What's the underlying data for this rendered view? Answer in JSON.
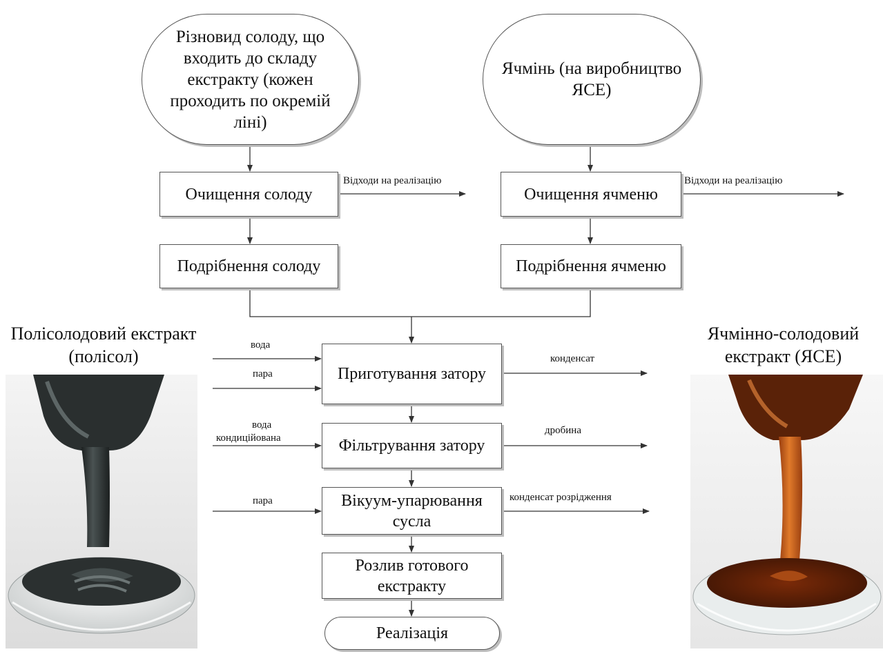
{
  "diagram": {
    "inputs": {
      "malt_variety": "Різновид солоду, що входить до складу екстракту (кожен проходить по окремій ліні)",
      "barley": "Ячмінь (на виробництво ЯСЕ)"
    },
    "steps": {
      "malt_cleaning": "Очищення солоду",
      "malt_grinding": "Подрібнення солоду",
      "barley_cleaning": "Очищення ячменю",
      "barley_grinding": "Подрібнення ячменю",
      "mash_preparation": "Приготування затору",
      "mash_filtering": "Фільтрування затору",
      "vacuum_evaporation": "Вікуум-упарювання сусла",
      "bottling": "Розлив готового екстракту",
      "sale": "Реалізація"
    },
    "flows": {
      "waste_malt": "Відходи на реалізацію",
      "waste_barley": "Відходи на реалізацію",
      "water_1": "вода",
      "steam_1": "пара",
      "condensate": "конденсат",
      "water_conditioned_1": "вода",
      "water_conditioned_2": "кондиційована",
      "spent_grain": "дробина",
      "steam_2": "пара",
      "condensate_dilution": "конденсат розрідження"
    }
  },
  "products": {
    "left_title": "Полісолодовий екстракт (полісол)",
    "right_title": "Ячмінно-солодовий екстракт (ЯСЕ)"
  },
  "colors": {
    "line": "#333333",
    "shadow": "#bdbdbd",
    "dark_extract": "#2e3333",
    "amber_extract": "#b8571a"
  }
}
